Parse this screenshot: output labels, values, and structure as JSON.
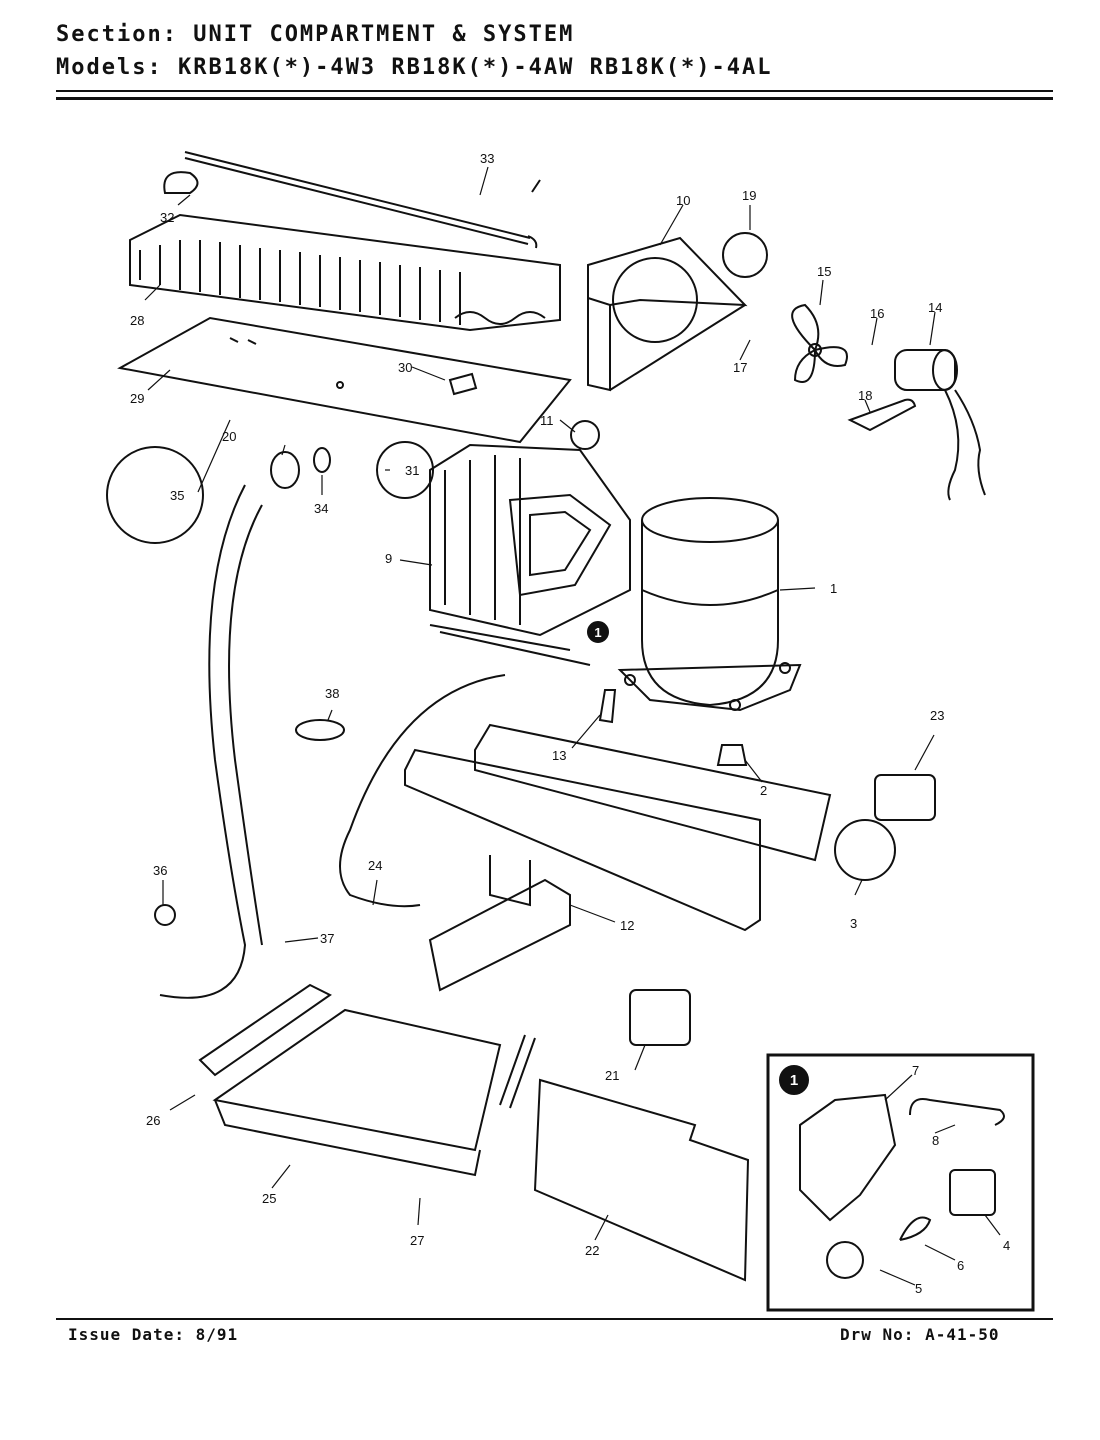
{
  "header": {
    "section_label": "Section:",
    "section_value": "UNIT COMPARTMENT & SYSTEM",
    "models_label": "Models:",
    "models_value": "KRB18K(*)-4W3  RB18K(*)-4AW  RB18K(*)-4AL"
  },
  "footer": {
    "issue_label": "Issue Date:",
    "issue_value": "8/91",
    "drawing_label": "Drw No:",
    "drawing_value": "A-41-50"
  },
  "callouts": [
    "1",
    "2",
    "3",
    "4",
    "5",
    "6",
    "7",
    "8",
    "9",
    "10",
    "11",
    "12",
    "13",
    "14",
    "15",
    "16",
    "17",
    "18",
    "19",
    "20",
    "21",
    "22",
    "23",
    "24",
    "25",
    "26",
    "27",
    "28",
    "29",
    "30",
    "31",
    "32",
    "33",
    "34",
    "35",
    "36",
    "37",
    "38"
  ],
  "inset_marker": "1"
}
